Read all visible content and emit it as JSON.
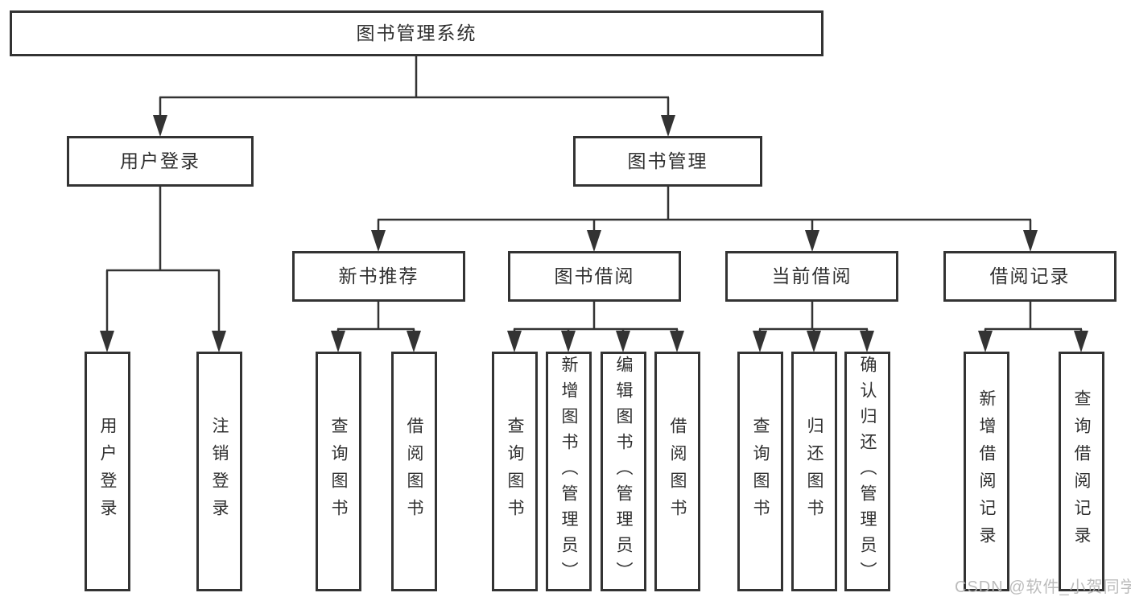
{
  "diagram": {
    "root": {
      "label": "图书管理系统"
    },
    "branches": [
      {
        "label": "用户登录",
        "children": [
          {
            "label": "用户登录"
          },
          {
            "label": "注销登录"
          }
        ]
      },
      {
        "label": "图书管理",
        "children": [
          {
            "label": "新书推荐",
            "children": [
              {
                "label": "查询图书"
              },
              {
                "label": "借阅图书"
              }
            ]
          },
          {
            "label": "图书借阅",
            "children": [
              {
                "label": "查询图书"
              },
              {
                "label": "新增图书（管理员）"
              },
              {
                "label": "编辑图书（管理员）"
              },
              {
                "label": "借阅图书"
              }
            ]
          },
          {
            "label": "当前借阅",
            "children": [
              {
                "label": "查询图书"
              },
              {
                "label": "归还图书"
              },
              {
                "label": "确认归还（管理员）"
              }
            ]
          },
          {
            "label": "借阅记录",
            "children": [
              {
                "label": "新增借阅记录"
              },
              {
                "label": "查询借阅记录"
              }
            ]
          }
        ]
      }
    ]
  },
  "watermark": {
    "text": "CSDN @软件_小贺同学",
    "color": "#b5b5b5"
  },
  "colors": {
    "line": "#333333",
    "text": "#303030",
    "background": "#ffffff"
  }
}
